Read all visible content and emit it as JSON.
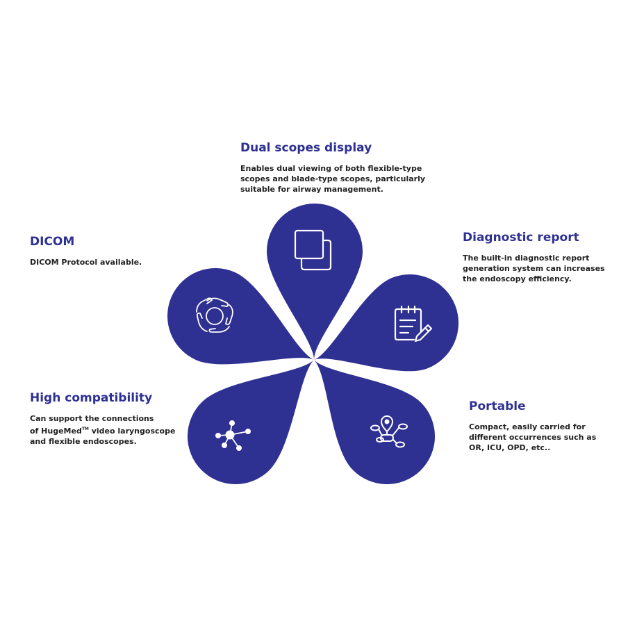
{
  "colors": {
    "petal": "#2e3192",
    "title": "#2e3192",
    "text": "#222222",
    "icon": "#ffffff"
  },
  "features": {
    "dual_scopes": {
      "title": "Dual scopes display",
      "lines": [
        "Enables dual viewing of both flexible-type",
        "scopes and blade-type scopes, particularly",
        "suitable for airway management."
      ],
      "icon": "overlapping-squares-icon"
    },
    "diagnostic_report": {
      "title": "Diagnostic report",
      "lines": [
        "The built-in diagnostic report",
        "generation system can increases",
        "the endoscopy efficiency."
      ],
      "icon": "clipboard-pen-icon"
    },
    "dicom": {
      "title": "DICOM",
      "lines": [
        "DICOM Protocol available."
      ],
      "icon": "hands-circle-icon"
    },
    "high_compatibility": {
      "title": "High compatibility",
      "line1": "Can support the connections",
      "line2_pre": "of HugeMed",
      "line2_tm": "TM",
      "line2_post": " video laryngoscope",
      "line3": "and flexible endoscopes.",
      "icon": "network-nodes-icon"
    },
    "portable": {
      "title": "Portable",
      "lines": [
        "Compact, easily carried for",
        "different occurrences such as",
        "OR, ICU, OPD, etc.."
      ],
      "icon": "location-network-icon"
    }
  }
}
